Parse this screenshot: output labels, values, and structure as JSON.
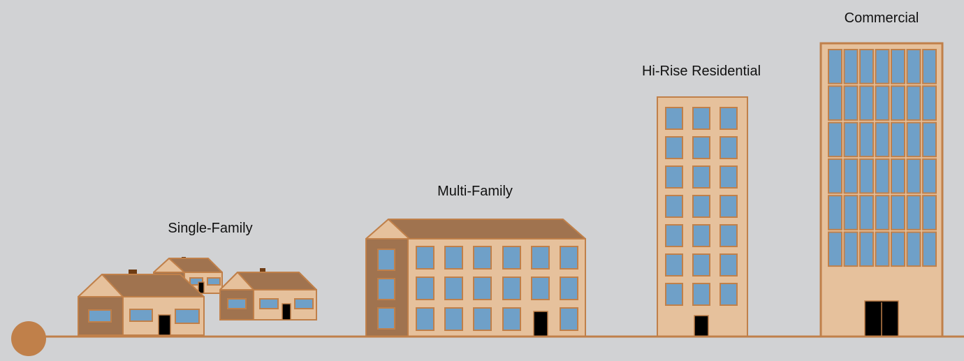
{
  "labels": {
    "single_family": "Single-Family",
    "multi_family": "Multi-Family",
    "hi_rise": "Hi-Rise Residential",
    "commercial": "Commercial"
  },
  "colors": {
    "background": "#d1d2d4",
    "outline": "#c0804a",
    "wall": "#e6c19c",
    "roof": "#a0734f",
    "roof_gable": "#e6c19c",
    "shadow_wall": "#a0734f",
    "window": "#6fa0c8",
    "door": "#000000",
    "chimney": "#6e3c14",
    "ground": "#c0804a"
  },
  "icons": [
    "ground-line",
    "ground-marker-circle",
    "house-icon",
    "apartment-building-icon",
    "tower-icon",
    "office-tower-icon"
  ]
}
